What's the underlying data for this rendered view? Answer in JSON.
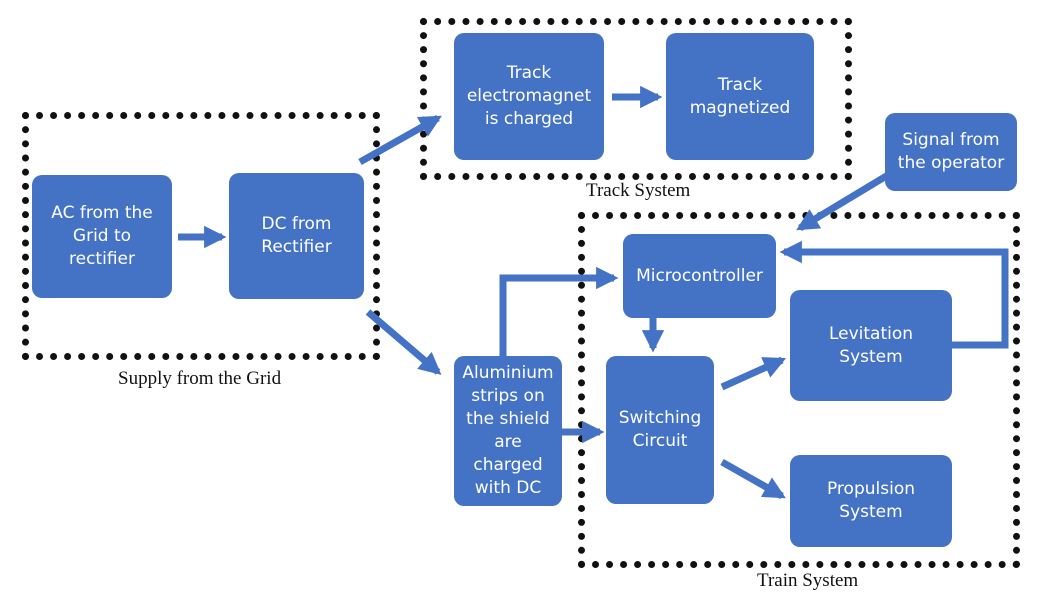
{
  "colors": {
    "node_fill": "#4472c4",
    "arrow": "#4472c4",
    "group_border": "#111111",
    "node_text": "#ffffff"
  },
  "groups": {
    "supply": {
      "label": "Supply from the Grid"
    },
    "track": {
      "label": "Track System"
    },
    "train": {
      "label": "Train System"
    }
  },
  "nodes": {
    "ac_grid": {
      "label": "AC from the Grid to rectifier"
    },
    "dc_rectifier": {
      "label": "DC from Rectifier"
    },
    "track_charged": {
      "label": "Track electromagnet is charged"
    },
    "track_magnetized": {
      "label": "Track magnetized"
    },
    "signal_operator": {
      "label": "Signal from the operator"
    },
    "microcontroller": {
      "label": "Microcontroller"
    },
    "switching_circuit": {
      "label": "Switching Circuit"
    },
    "levitation": {
      "label": "Levitation System"
    },
    "propulsion": {
      "label": "Propulsion System"
    },
    "aluminium_strips": {
      "label": "Aluminium strips on the shield are charged with DC"
    }
  }
}
